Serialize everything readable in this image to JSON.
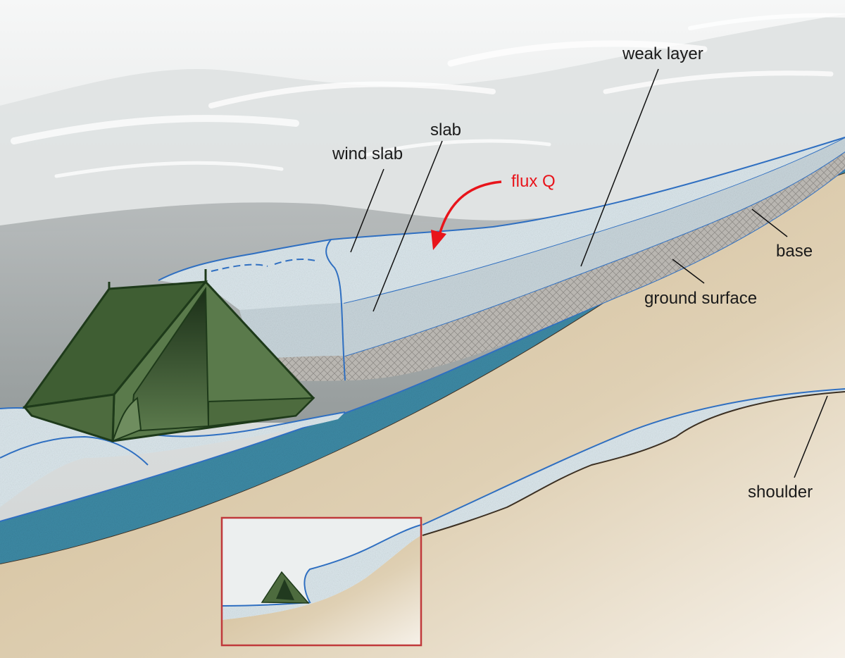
{
  "labels": {
    "weak_layer": "weak layer",
    "slab": "slab",
    "wind_slab": "wind slab",
    "flux": "flux Q",
    "base": "base",
    "ground_surface": "ground surface",
    "shoulder": "shoulder"
  },
  "colors": {
    "sky": "#e9ecec",
    "haze": "#a8adaf",
    "snow": "#dbe7ec",
    "slab": "#c9d6dc",
    "weak_layer": "#b7b3ad",
    "base": "#3d8aa5",
    "ground": "#d9c8a6",
    "edge_line": "#2f6fc1",
    "tent": "#4d6b3e",
    "tent_dark": "#213a1f",
    "flux_arrow": "#e8141b",
    "inset_frame": "#c0393b"
  },
  "icons": {
    "tent": "tent-icon",
    "flux_arrow": "curved-arrow-icon"
  }
}
